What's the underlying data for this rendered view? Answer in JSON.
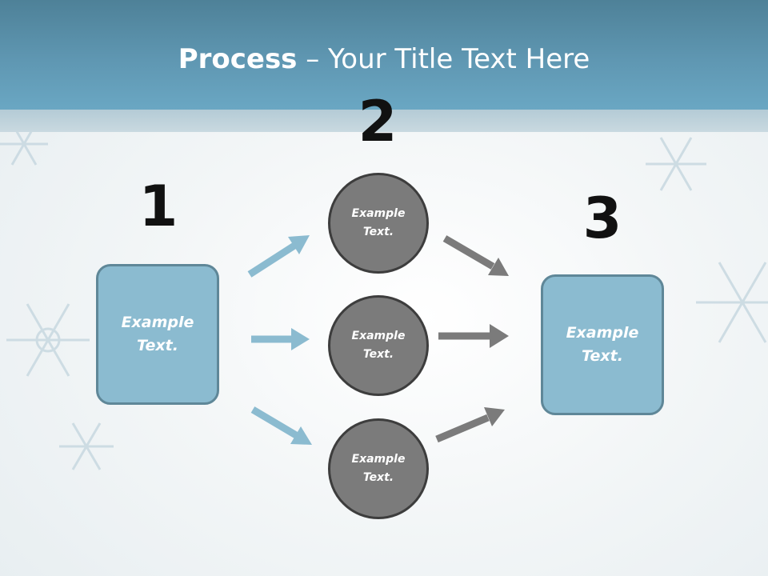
{
  "title": {
    "bold": "Process",
    "rest": " – Your Title Text Here"
  },
  "steps": [
    {
      "number": "1"
    },
    {
      "number": "2"
    },
    {
      "number": "3"
    }
  ],
  "nodes": {
    "left_box": {
      "line1": "Example",
      "line2": "Text."
    },
    "circle_top": {
      "line1": "Example",
      "line2": "Text."
    },
    "circle_middle": {
      "line1": "Example",
      "line2": "Text."
    },
    "circle_bottom": {
      "line1": "Example",
      "line2": "Text."
    },
    "right_box": {
      "line1": "Example",
      "line2": "Text."
    }
  },
  "colors": {
    "header": "#5f97b2",
    "box_fill": "#8bbbd0",
    "box_border": "#5f8798",
    "circle_fill": "#7b7b7b",
    "circle_border": "#3d3d3d",
    "arrow_blue": "#8bbbd0",
    "arrow_gray": "#7b7b7b"
  }
}
